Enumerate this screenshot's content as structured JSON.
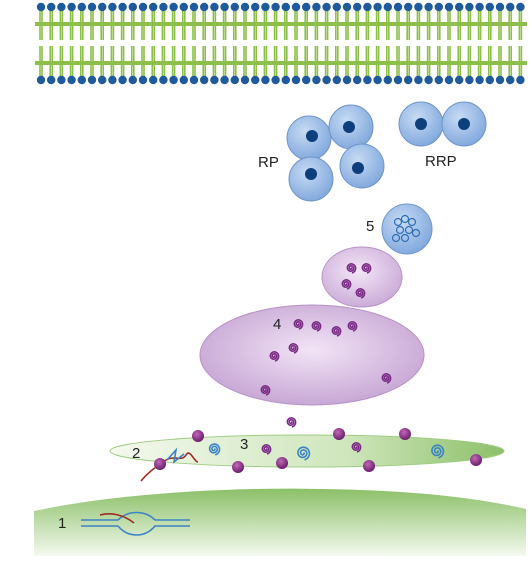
{
  "labels": {
    "step1": "1",
    "step2": "2",
    "step3": "3",
    "step4": "4",
    "step5": "5",
    "reserve_pool": "RP",
    "readily_releasable_pool": "RRP"
  },
  "colors": {
    "membrane_head": "#1f5a9c",
    "membrane_tail": "#8cc04a",
    "vesicle": "#8fb4e4",
    "vesicle_core": "#0c3f7c",
    "compartment": "#c9a7d6",
    "cargo_spiral": "#7a2a86",
    "er_sheet": "#a9d18e",
    "nucleus": "#8cc068",
    "dna_blue": "#3b83c4",
    "rna_red": "#a12a24",
    "ribosome": "#7d2b7c"
  },
  "icons": [
    "membrane-bilayer-icon",
    "vesicle-icon",
    "spiral-cargo-icon",
    "ribosome-icon",
    "dna-bubble-icon"
  ]
}
